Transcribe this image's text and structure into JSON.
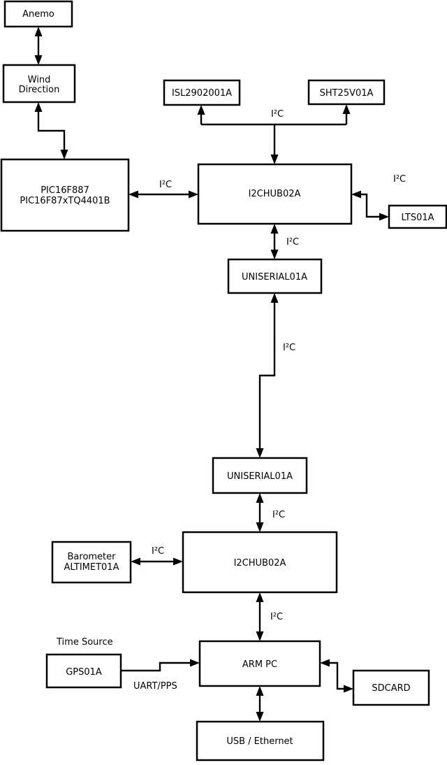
{
  "nodes": {
    "anemo": {
      "label": "Anemo"
    },
    "wind_direction": {
      "line1": "Wind",
      "line2": "Direction"
    },
    "pic": {
      "line1": "PIC16F887",
      "line2": "PIC16F87xTQ4401B"
    },
    "isl": {
      "label": "ISL2902001A"
    },
    "sht": {
      "label": "SHT25V01A"
    },
    "i2chub_top": {
      "label": "I2CHUB02A"
    },
    "lts": {
      "label": "LTS01A"
    },
    "uniserial_top": {
      "label": "UNISERIAL01A"
    },
    "uniserial_bottom": {
      "label": "UNISERIAL01A"
    },
    "i2chub_bottom": {
      "label": "I2CHUB02A"
    },
    "barometer": {
      "line1": "Barometer",
      "line2": "ALTIMET01A"
    },
    "arm_pc": {
      "label": "ARM PC"
    },
    "gps": {
      "label": "GPS01A"
    },
    "sdcard": {
      "label": "SDCARD"
    },
    "usb_ethernet": {
      "label": "USB / Ethernet"
    }
  },
  "labels": {
    "i2c": "I²C",
    "uart_pps": "UART/PPS",
    "time_source": "Time Source"
  },
  "colors": {
    "line": "#000000",
    "box_fill": "#ffffff",
    "background": "#ffffff",
    "text": "#000000"
  }
}
